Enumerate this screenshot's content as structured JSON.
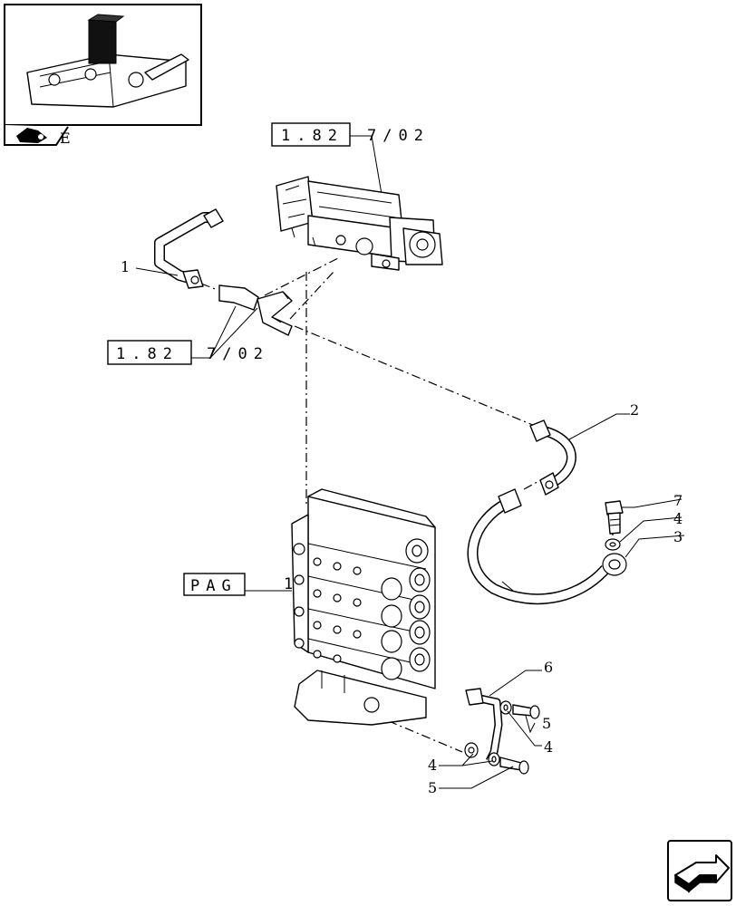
{
  "thumbnail": {
    "tab_label": "E"
  },
  "references": {
    "ref_top": "1.82",
    "ref_top_suffix": "7/02",
    "ref_left": "1.82",
    "ref_left_suffix": "7/02",
    "ref_pag": "PAG",
    "ref_pag_suffix": "1"
  },
  "callouts": {
    "c1": "1",
    "c2": "2",
    "c3": "3",
    "c4a": "4",
    "c7": "7",
    "c6": "6",
    "c5a": "5",
    "c4b": "4",
    "c4c": "4",
    "c5b": "5"
  },
  "icons": {
    "thumbnail_nav_icon": "tractor-hand-icon",
    "next_page_icon": "next-arrow-icon"
  }
}
